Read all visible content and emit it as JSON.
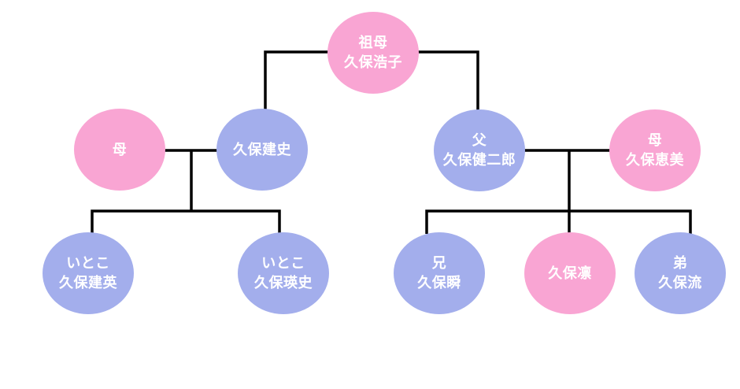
{
  "diagram": {
    "type": "family-tree",
    "colors": {
      "female_node": "#f9a5d3",
      "male_node": "#a3aeec",
      "connector": "#000000",
      "label_text": "#ffffff",
      "background": "#ffffff"
    },
    "nodes": [
      {
        "id": "grandmother",
        "color": "pink",
        "lines": [
          "祖母",
          "久保浩子"
        ]
      },
      {
        "id": "mother-left",
        "color": "pink",
        "lines": [
          "母"
        ]
      },
      {
        "id": "uncle-takeshi",
        "color": "blue",
        "lines": [
          "久保建史"
        ]
      },
      {
        "id": "father",
        "color": "blue",
        "lines": [
          "父",
          "久保健二郎"
        ]
      },
      {
        "id": "mother-right",
        "color": "pink",
        "lines": [
          "母",
          "久保恵美"
        ]
      },
      {
        "id": "cousin-takefusa",
        "color": "blue",
        "lines": [
          "いとこ",
          "久保建英"
        ]
      },
      {
        "id": "cousin-eishi",
        "color": "blue",
        "lines": [
          "いとこ",
          "久保瑛史"
        ]
      },
      {
        "id": "brother-shun",
        "color": "blue",
        "lines": [
          "兄",
          "久保瞬"
        ]
      },
      {
        "id": "sister-rin",
        "color": "pink",
        "lines": [
          "久保凛"
        ]
      },
      {
        "id": "brother-ryu",
        "color": "blue",
        "lines": [
          "弟",
          "久保流"
        ]
      }
    ],
    "edges": [
      {
        "from": "grandmother",
        "to": "uncle-takeshi",
        "relation": "parent-child"
      },
      {
        "from": "grandmother",
        "to": "father",
        "relation": "parent-child"
      },
      {
        "from": "mother-left",
        "to": "uncle-takeshi",
        "relation": "couple"
      },
      {
        "from": "mother-left couple",
        "to": "cousin-takefusa",
        "relation": "parent-child"
      },
      {
        "from": "mother-left couple",
        "to": "cousin-eishi",
        "relation": "parent-child"
      },
      {
        "from": "father",
        "to": "mother-right",
        "relation": "couple"
      },
      {
        "from": "father couple",
        "to": "brother-shun",
        "relation": "parent-child"
      },
      {
        "from": "father couple",
        "to": "sister-rin",
        "relation": "parent-child"
      },
      {
        "from": "father couple",
        "to": "brother-ryu",
        "relation": "parent-child"
      }
    ]
  }
}
